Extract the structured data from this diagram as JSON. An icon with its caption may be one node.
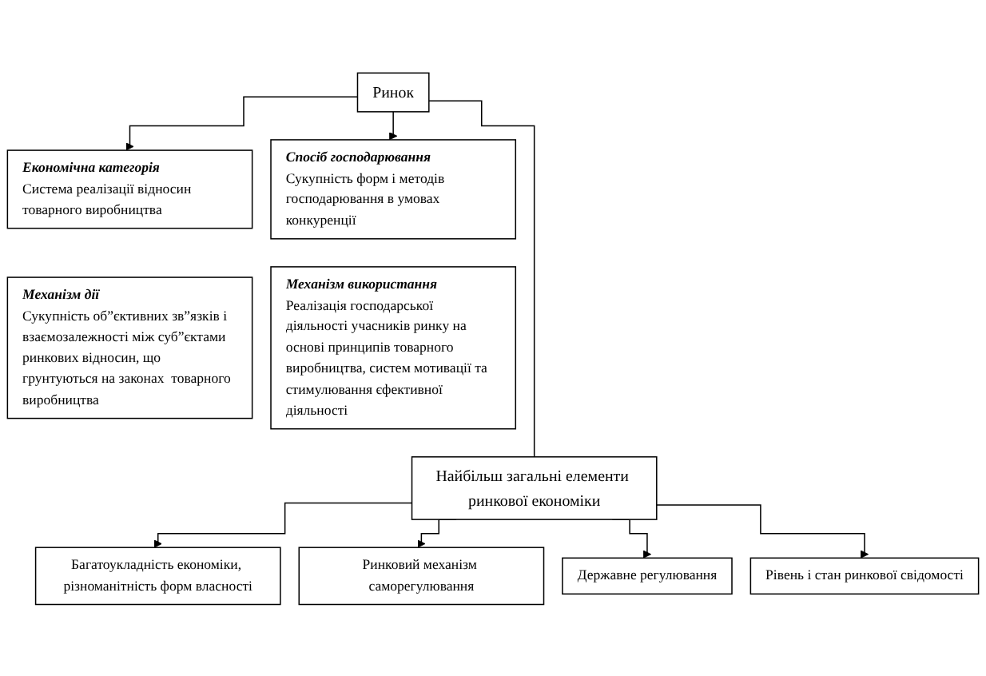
{
  "diagram": {
    "nodes": [
      {
        "text": [
          "Ринок"
        ]
      },
      {
        "text": [
          "Економічна категорія",
          "Система реалізації відносин товарного виробництва"
        ]
      },
      {
        "text": [
          "Спосіб господарювання",
          "Сукупність форм і методів господарювання в умовах конкуренції"
        ]
      },
      {
        "text": [
          "Механізм дії",
          "Сукупність об”єктивних зв”язків і взаємозалежності між суб”єктами ринкових відносин, що грунтуються на законах  товарного виробництва"
        ]
      },
      {
        "text": [
          "Механізм використання",
          "Реалізація господарської діяльності учасників ринку на основі принципів товарного виробництва, систем мотивації та стимулювання єфективної діяльності"
        ]
      },
      {
        "text": [
          "Найбільш загальні елементи ринкової економіки"
        ]
      },
      {
        "text": [
          "Багатоукладність економіки, різноманітність форм власності"
        ]
      },
      {
        "text": [
          "Ринковий механізм саморегулювання"
        ]
      },
      {
        "text": [
          "Державне регулювання"
        ]
      },
      {
        "text": [
          "Рівень і стан ринкової свідомості"
        ]
      }
    ],
    "edges": [
      {
        "from": 0,
        "to": 1,
        "arrow": "to"
      },
      {
        "from": 0,
        "to": 2,
        "arrow": "to"
      },
      {
        "from": 0,
        "to": 5,
        "arrow": "none"
      },
      {
        "from": 5,
        "to": 6,
        "arrow": "to"
      },
      {
        "from": 5,
        "to": 7,
        "arrow": "to"
      },
      {
        "from": 5,
        "to": 8,
        "arrow": "to"
      },
      {
        "from": 5,
        "to": 9,
        "arrow": "to"
      }
    ]
  }
}
